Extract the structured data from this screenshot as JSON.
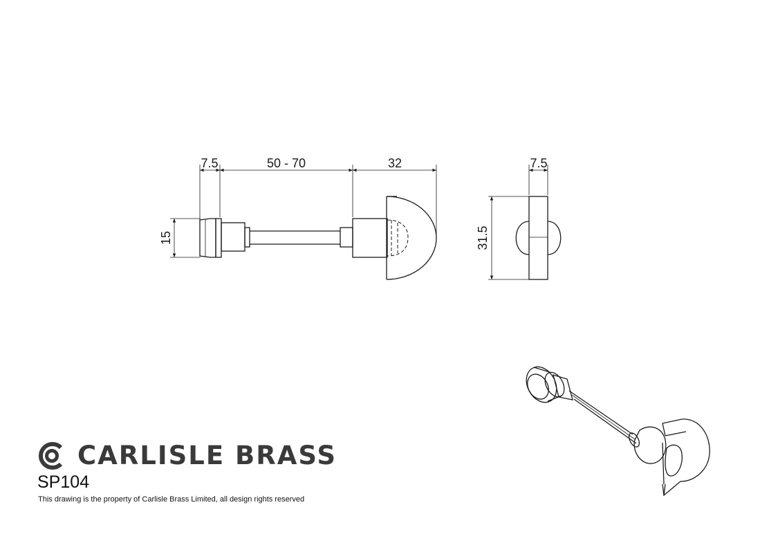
{
  "dimensions": {
    "front_thickness": "7.5",
    "spindle_length": "50 - 70",
    "turn_depth": "32",
    "rose_height": "15",
    "side_thickness": "7.5",
    "side_height": "31.5"
  },
  "brand": {
    "name": "CARLISLE BRASS",
    "logo_icon": "carlisle-brass-logo-icon",
    "color": "#3a3a3a"
  },
  "product": {
    "code": "SP104"
  },
  "footer": {
    "notice": "This drawing is the property of Carlisle Brass Limited, all design rights reserved"
  }
}
